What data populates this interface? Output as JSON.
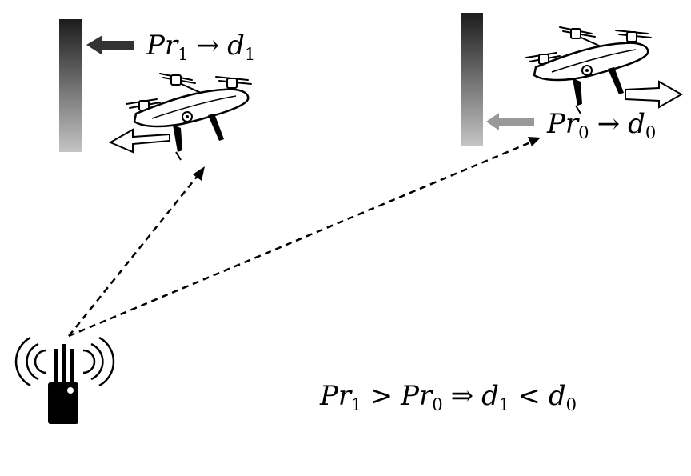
{
  "labels": {
    "drone1": {
      "power": "Pr",
      "power_sub": "1",
      "arrow": "→",
      "dist": "d",
      "dist_sub": "1"
    },
    "drone0": {
      "power": "Pr",
      "power_sub": "0",
      "arrow": "→",
      "dist": "d",
      "dist_sub": "0"
    },
    "relation": {
      "p1": "Pr",
      "p1_sub": "1",
      "gt": ">",
      "p0": "Pr",
      "p0_sub": "0",
      "implies": "⇒",
      "d1": "d",
      "d1_sub": "1",
      "lt": "<",
      "d0": "d",
      "d0_sub": "0"
    }
  },
  "colors": {
    "bar_top": "#222222",
    "bar_bottom": "#bdbdbd",
    "arrow_dark": "#333333",
    "arrow_light": "#999999",
    "line": "#000000"
  },
  "icons": {
    "drone": "quadcopter-drone-icon",
    "jammer": "radio-transmitter-icon"
  }
}
